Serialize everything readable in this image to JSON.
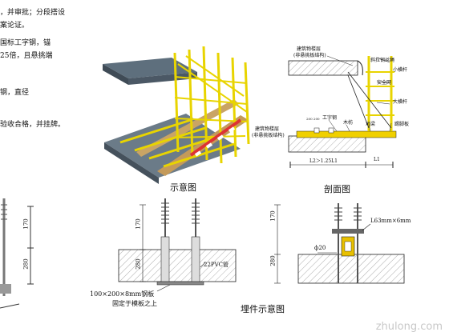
{
  "notes": [
    "，并审批；分段搭设",
    "案论证。",
    "国标工字钢，锚",
    "25倍，且悬挑端",
    "钢，直径",
    "验收合格，并挂牌。"
  ],
  "figures": {
    "render_caption": "示意图",
    "section_caption": "剖面图",
    "embed_caption": "埋件示意图"
  },
  "section": {
    "floor_label_top_1": "建筑物楼层",
    "floor_label_top_2": "(非悬挑板结构)",
    "floor_label_bot_1": "建筑物楼层",
    "floor_label_bot_2": "(非悬挑板结构)",
    "beam_label": "工字钢",
    "dim_label": "200 200",
    "wood_label": "木枋",
    "ground_label": "地梁",
    "base_label": "踢脚板",
    "brace_label": "斜拉钢丝绳",
    "bar_label": "小横杆",
    "net_label": "安全网",
    "rail_label": "大横杆",
    "l2_label": "L2＞1.25L1",
    "l1_label": "L1"
  },
  "embed_left": {
    "dim_170": "170",
    "dim_280": "280",
    "pvc_label": "22PVC管",
    "plate_label": "100×200×8mm钢板",
    "plate_note": "固定于模板之上"
  },
  "embed_right": {
    "dim_170": "170",
    "dim_280": "280",
    "angle_label": "L63mm×6mm",
    "phi_label": "ф20"
  },
  "left_edge": {
    "dim_170": "170",
    "dim_280": "280"
  },
  "watermark": "zhulong.com"
}
